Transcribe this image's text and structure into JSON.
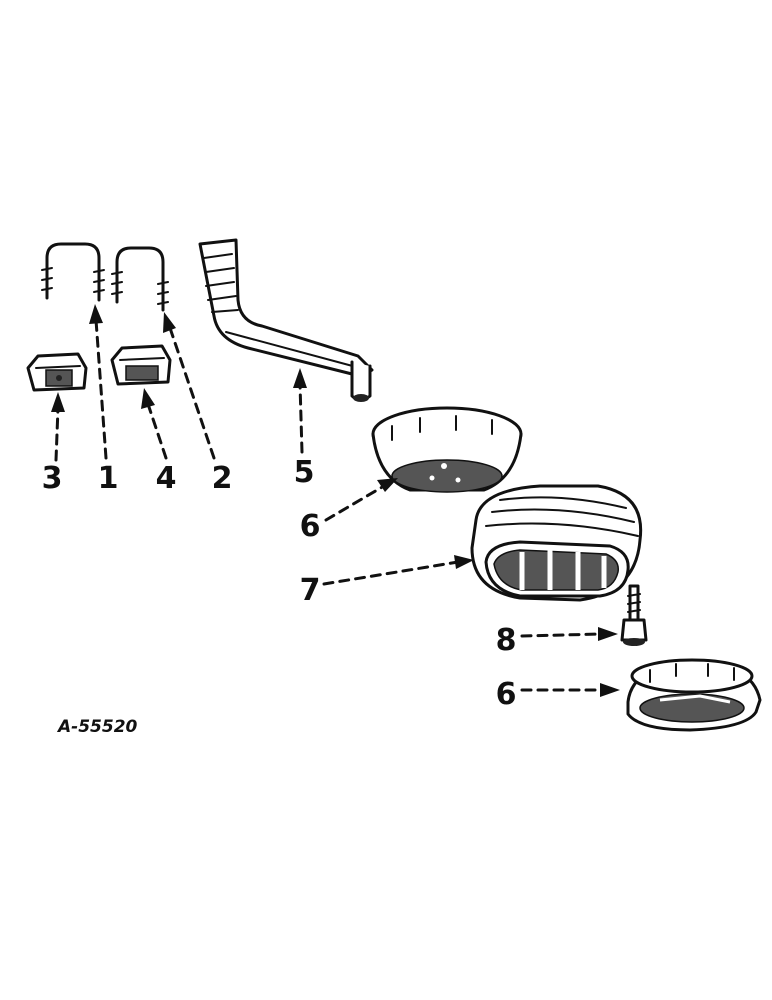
{
  "figure": {
    "reference_code": "A-55520",
    "callouts": {
      "p1": "1",
      "p2": "2",
      "p3": "3",
      "p4": "4",
      "p5": "5",
      "p6_upper": "6",
      "p6_lower": "6",
      "p7": "7",
      "p8": "8"
    }
  },
  "colors": {
    "ink": "#111111",
    "paper": "#ffffff"
  }
}
